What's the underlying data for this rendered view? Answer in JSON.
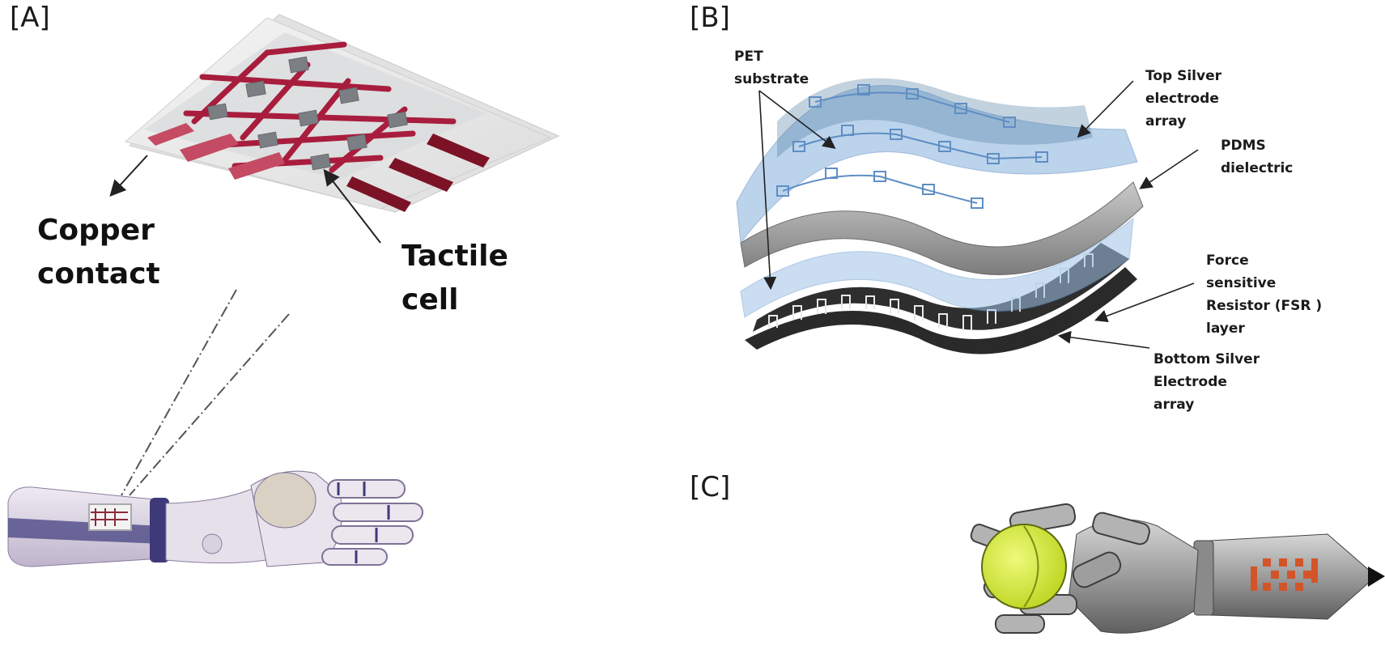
{
  "panels": {
    "a": {
      "tag": "[A]",
      "labels": {
        "copper_contact": "Copper\ncontact",
        "tactile_cell": "Tactile\ncell"
      }
    },
    "b": {
      "tag": "[B]",
      "labels": {
        "pet_substrate": "PET\nsubstrate",
        "top_silver": "Top Silver\nelectrode\narray",
        "pdms": "PDMS\ndielectric",
        "fsr": "Force\nsensitive\nResistor (FSR )\nlayer",
        "bottom_silver": "Bottom Silver\nElectrode\narray"
      }
    },
    "c": {
      "tag": "[C]"
    }
  },
  "colors": {
    "trace_red": "#a81d3d",
    "cell_gray": "#7b7f84",
    "sheet": "#ececec",
    "pet_blue": "#9fc2e6",
    "pdms_gray": "#9a9a9a",
    "fsr_black": "#2a2a2a",
    "ball_yellow": "#d9ef3a",
    "copper_orange": "#d2552a"
  }
}
